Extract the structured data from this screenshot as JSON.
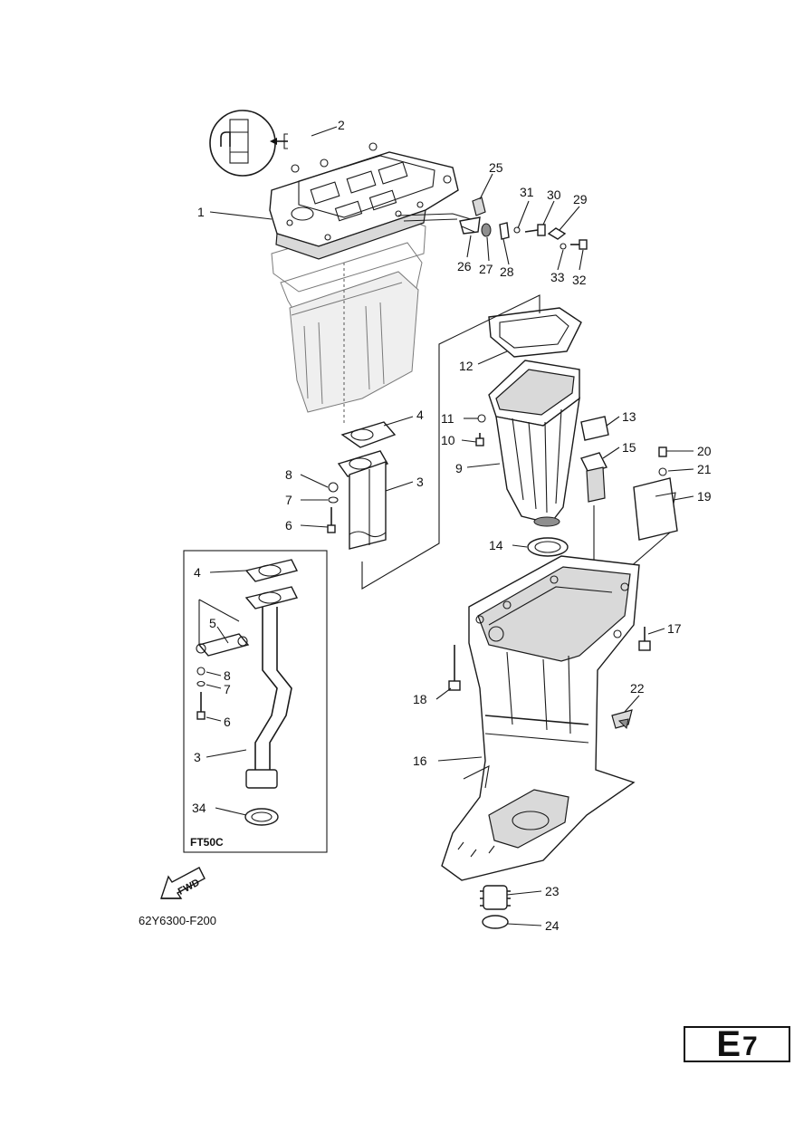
{
  "diagram": {
    "code": "62Y6300-F200",
    "section": "E",
    "page": "7",
    "model_label": "FT50C",
    "fwd_label": "FWD",
    "callouts": [
      "1",
      "2",
      "3",
      "4",
      "5",
      "6",
      "7",
      "8",
      "9",
      "10",
      "11",
      "12",
      "13",
      "14",
      "15",
      "16",
      "17",
      "18",
      "19",
      "20",
      "21",
      "22",
      "23",
      "24",
      "25",
      "26",
      "27",
      "28",
      "29",
      "30",
      "31",
      "32",
      "33",
      "34"
    ],
    "inset_callouts": [
      "4",
      "5",
      "8",
      "7",
      "6",
      "3",
      "34"
    ]
  }
}
